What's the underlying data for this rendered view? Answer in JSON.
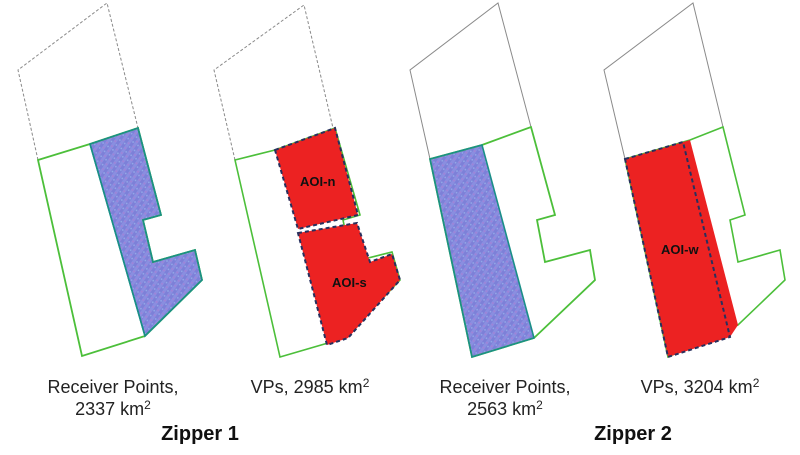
{
  "colors": {
    "outline_grey": "#8a8a8a",
    "boundary_green": "#4cbf3a",
    "receiver_fill": "#7f7fd6",
    "receiver_edge": "#1a8f87",
    "aoi_red": "#ec2222",
    "aoi_dash": "#27305e"
  },
  "panels": [
    {
      "id": "zipper1-receiver",
      "caption_line1": "Receiver Points,",
      "caption_value": "2337 km",
      "caption_sup": "2"
    },
    {
      "id": "zipper1-vps",
      "caption_line1": "VPs, 2985 km",
      "caption_sup": "2",
      "aoi_labels": [
        "AOI-n",
        "AOI-s"
      ]
    },
    {
      "id": "zipper2-receiver",
      "caption_line1": "Receiver Points,",
      "caption_value": "2563 km",
      "caption_sup": "2"
    },
    {
      "id": "zipper2-vps",
      "caption_line1": "VPs, 3204 km",
      "caption_sup": "2",
      "aoi_labels": [
        "AOI-w"
      ]
    }
  ],
  "groups": [
    {
      "label": "Zipper 1"
    },
    {
      "label": "Zipper 2"
    }
  ]
}
